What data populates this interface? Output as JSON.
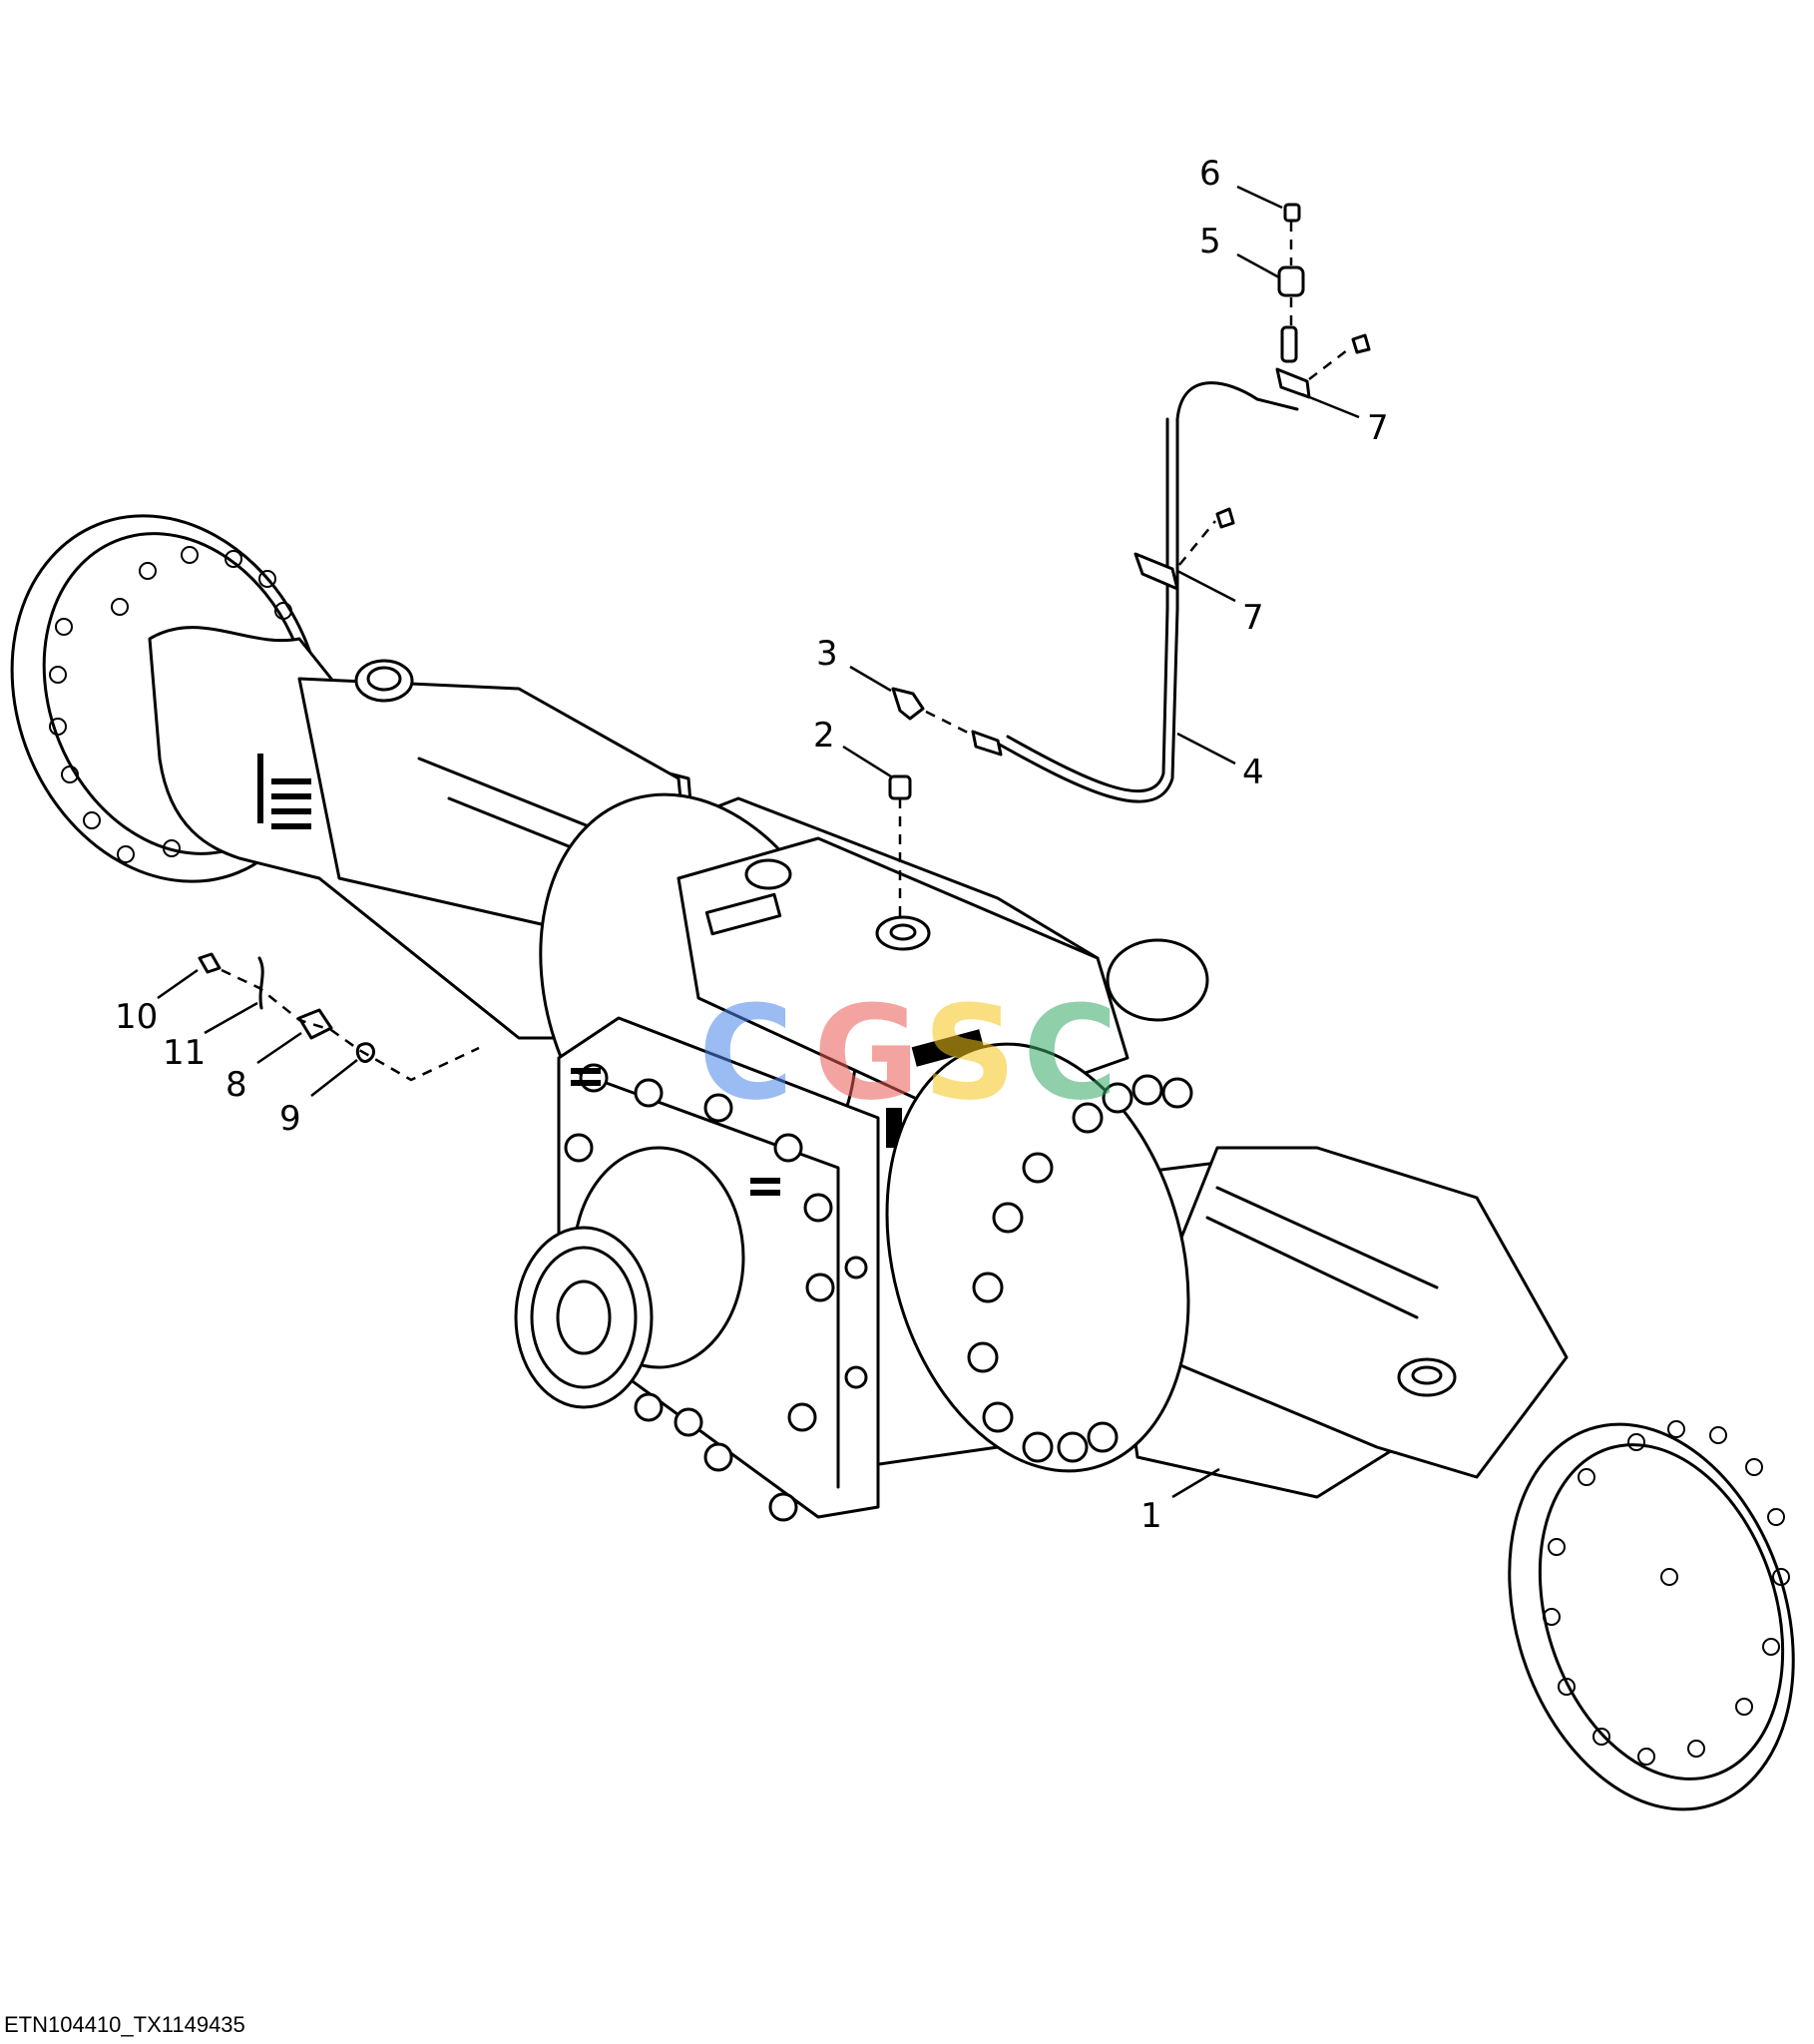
{
  "drawing_id": "ETN104410_TX1149435",
  "watermark": {
    "letters": [
      "C",
      "G",
      "S",
      "C"
    ],
    "colors": [
      "#4a86e8",
      "#ea5a55",
      "#f5c518",
      "#34a865"
    ]
  },
  "callouts": [
    {
      "id": "1",
      "label": "1"
    },
    {
      "id": "2",
      "label": "2"
    },
    {
      "id": "3",
      "label": "3"
    },
    {
      "id": "4",
      "label": "4"
    },
    {
      "id": "5",
      "label": "5"
    },
    {
      "id": "6",
      "label": "6"
    },
    {
      "id": "7a",
      "label": "7"
    },
    {
      "id": "7b",
      "label": "7"
    },
    {
      "id": "8",
      "label": "8"
    },
    {
      "id": "9",
      "label": "9"
    },
    {
      "id": "10",
      "label": "10"
    },
    {
      "id": "11",
      "label": "11"
    }
  ]
}
